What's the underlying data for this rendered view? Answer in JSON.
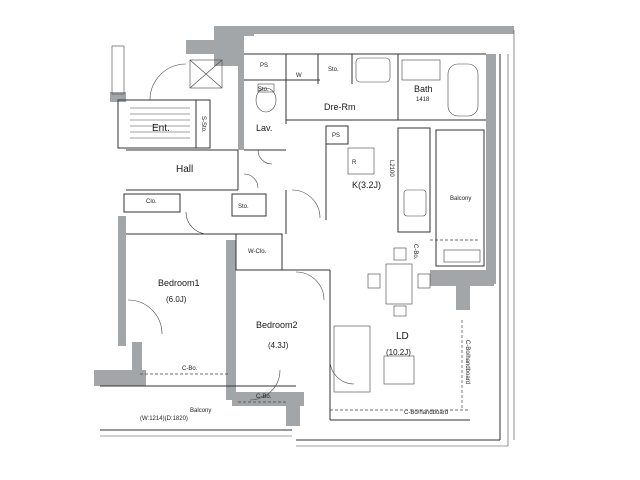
{
  "rooms": {
    "entrance": "Ent.",
    "hall": "Hall",
    "lavatory": "Lav.",
    "dressing_room": "Dre-Rm",
    "bath": "Bath",
    "bath_size": "1418",
    "kitchen": "K(3.2J)",
    "living_dining": "LD",
    "living_dining_size": "(10.2J)",
    "bedroom1": "Bedroom1",
    "bedroom1_size": "(6.0J)",
    "bedroom2": "Bedroom2",
    "bedroom2_size": "(4.3J)",
    "balcony_side": "Balcony",
    "balcony_bottom": "Balcony"
  },
  "storage": {
    "ps_top": "PS",
    "ps_kitchen": "PS",
    "w": "W",
    "sto_dressing": "Sto.",
    "sto_lav": "Sto.",
    "sto_hall": "Sto.",
    "sto_entrance": "S-Sto.",
    "closet_bedroom1": "Clo.",
    "walkin_closet": "W-Clo.",
    "closet_bedroom2": "C-Bo.",
    "closet_bedroom1_bottom": "C-Bo.",
    "closet_ld": "C-Bo.",
    "board_ld": "C-Bo/handboard",
    "board_ld_side": "C-Bo/handboard"
  },
  "fixtures": {
    "refrigerator": "R",
    "kitchen_length": "L2100"
  },
  "notes": {
    "balcony_dims": "(W:1214)(D:1820)"
  }
}
